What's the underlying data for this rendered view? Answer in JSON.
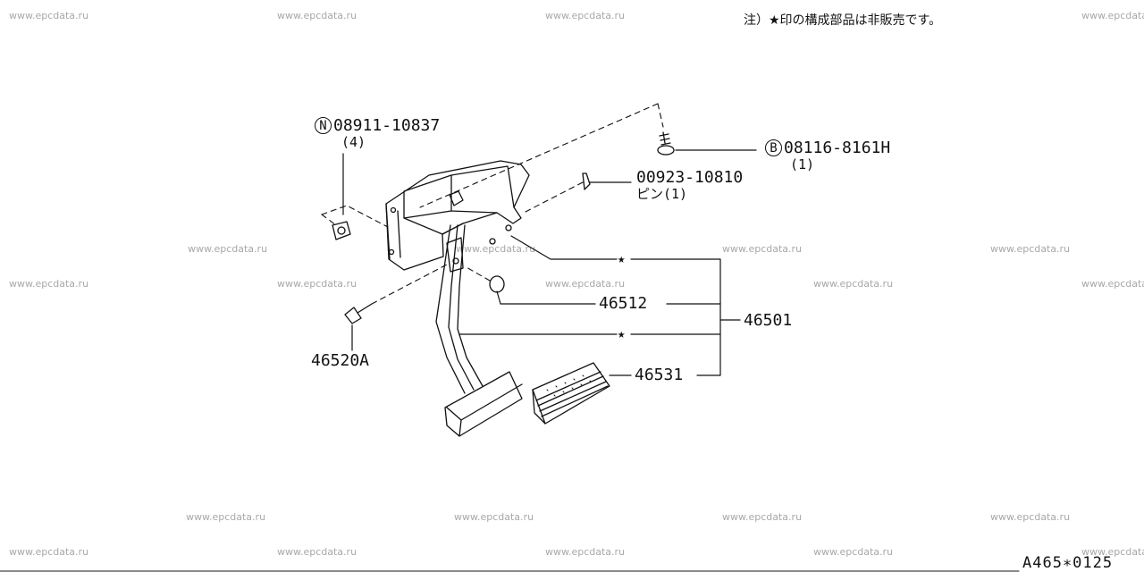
{
  "note": "注）★印の構成部品は非販売です。",
  "diagram_code": "A465∗0125",
  "star_symbol": "★",
  "watermark": "www.epcdata.ru",
  "parts": {
    "nut": {
      "prefix": "N",
      "number": "08911-10837",
      "qty": "(4)"
    },
    "bolt": {
      "prefix": "B",
      "number": "08116-8161H",
      "qty": "(1)"
    },
    "pin": {
      "number": "00923-10810",
      "qty": "ピン(1)"
    },
    "stopper": {
      "number": "46512"
    },
    "pedal_assy": {
      "number": "46501"
    },
    "pedal_pad": {
      "number": "46531"
    },
    "clevis_pin": {
      "number": "46520A"
    }
  }
}
